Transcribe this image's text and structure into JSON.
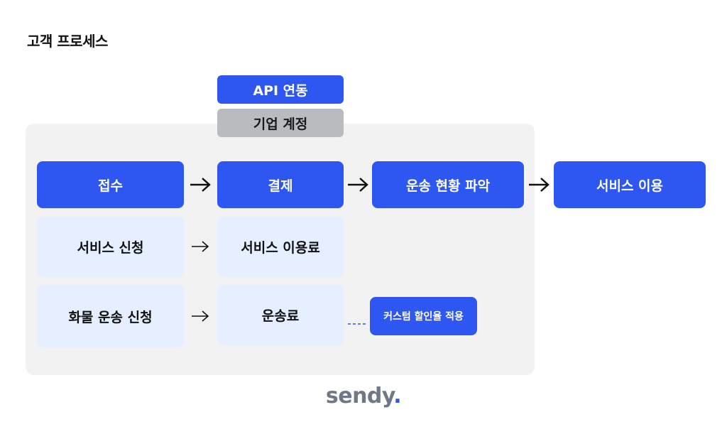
{
  "title": "고객 프로세스",
  "top_stack": {
    "api": "API 연동",
    "account": "기업 계정"
  },
  "steps": {
    "receipt": "접수",
    "payment": "결제",
    "tracking": "운송 현황 파악",
    "service_use": "서비스 이용"
  },
  "row1": {
    "left": "서비스 신청",
    "right": "서비스 이용료"
  },
  "row2": {
    "left": "화물 운송 신청",
    "right": "운송료",
    "note": "커스텀 할인율 적용"
  },
  "logo": {
    "text": "sendy",
    "dot": "."
  },
  "colors": {
    "primary_blue": "#2d57f0",
    "light_blue": "#e5efff",
    "gray": "#b9bbbf",
    "panel_bg": "#f2f2f2"
  }
}
